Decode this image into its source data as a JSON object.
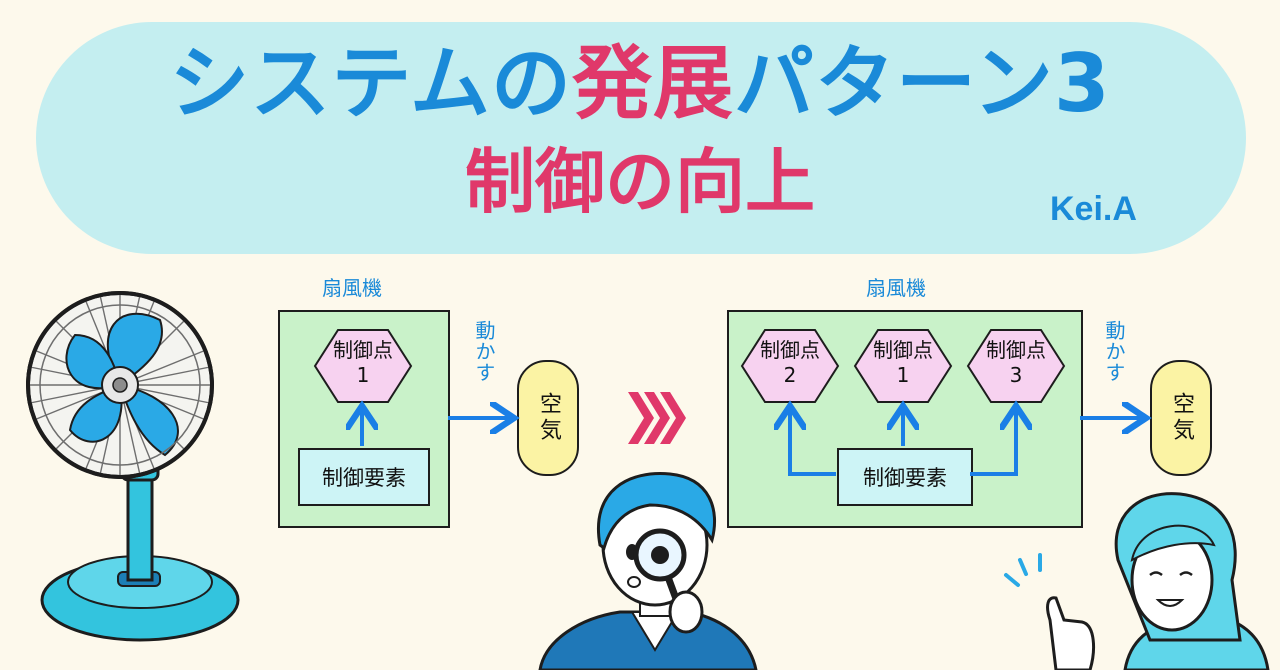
{
  "header": {
    "title_part1": "システムの",
    "title_highlight": "発展",
    "title_part2": "パターン3",
    "subtitle": "制御の向上",
    "author": "Kei.A"
  },
  "diagram_left": {
    "device_label": "扇風機",
    "control_points": [
      "制御点\n1"
    ],
    "control_element": "制御要素",
    "action_label": "動かす",
    "target": "空気"
  },
  "diagram_right": {
    "device_label": "扇風機",
    "control_points": [
      "制御点\n2",
      "制御点\n1",
      "制御点\n3"
    ],
    "control_element": "制御要素",
    "action_label": "動かす",
    "target": "空気"
  },
  "transition_symbol": "»»",
  "colors": {
    "accent_blue": "#1a8ad8",
    "accent_pink": "#e0386a",
    "banner": "#c4eef0",
    "device_box": "#c9f2c9",
    "element_box": "#cdf4f6",
    "control_point": "#f7d2f0",
    "air": "#fbf3a4"
  }
}
